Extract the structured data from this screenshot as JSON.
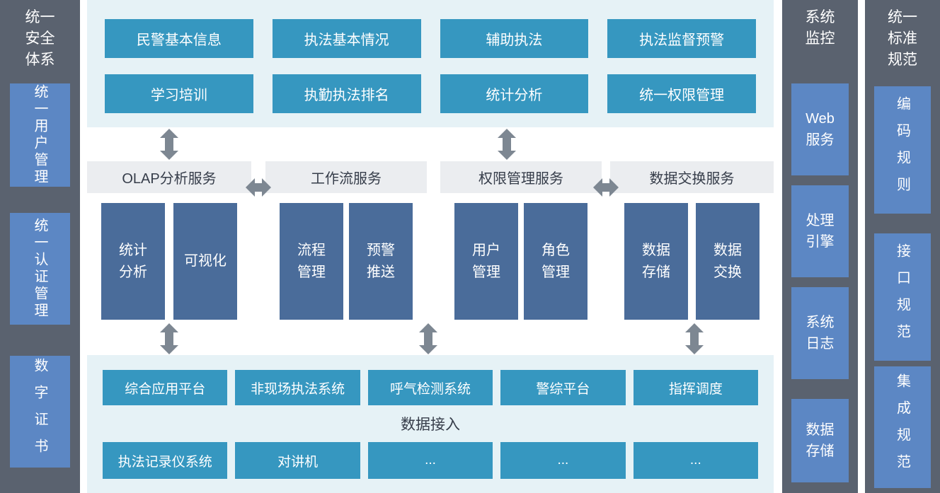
{
  "left_sidebar": {
    "title": "统一\n安全\n体系",
    "items": [
      "统一用户管理",
      "统一认证管理",
      "数字证书"
    ]
  },
  "apps": {
    "row1": [
      "民警基本信息",
      "执法基本情况",
      "辅助执法",
      "执法监督预警"
    ],
    "row2": [
      "学习培训",
      "执勤执法排名",
      "统计分析",
      "统一权限管理"
    ]
  },
  "services": [
    {
      "title": "OLAP分析服务",
      "boxes": [
        "统计\n分析",
        "可视化"
      ]
    },
    {
      "title": "工作流服务",
      "boxes": [
        "流程\n管理",
        "预警\n推送"
      ]
    },
    {
      "title": "权限管理服务",
      "boxes": [
        "用户\n管理",
        "角色\n管理"
      ]
    },
    {
      "title": "数据交换服务",
      "boxes": [
        "数据\n存储",
        "数据\n交换"
      ]
    }
  ],
  "access": {
    "systems": [
      "综合应用平台",
      "非现场执法系统",
      "呼气检测系统",
      "警综平台",
      "指挥调度"
    ],
    "label": "数据接入",
    "devices": [
      "执法记录仪系统",
      "对讲机",
      "...",
      "...",
      "..."
    ]
  },
  "monitor": {
    "title": "系统\n监控",
    "items": [
      "Web\n服务",
      "处理\n引擎",
      "系统\n日志",
      "数据\n存储"
    ]
  },
  "standards": {
    "title": "统一\n标准\n规范",
    "items": [
      "编码规则",
      "接口规范",
      "集成规范"
    ]
  },
  "colors": {
    "sidebar_bg": "#5a626f",
    "panel_bg": "#e6f2f6",
    "teal": "#3697c0",
    "navy": "#4a6c9a",
    "blue": "#5c87c4",
    "header_gray": "#ebedf0",
    "arrow_gray": "#7d8792",
    "text_dark": "#363d4a"
  }
}
